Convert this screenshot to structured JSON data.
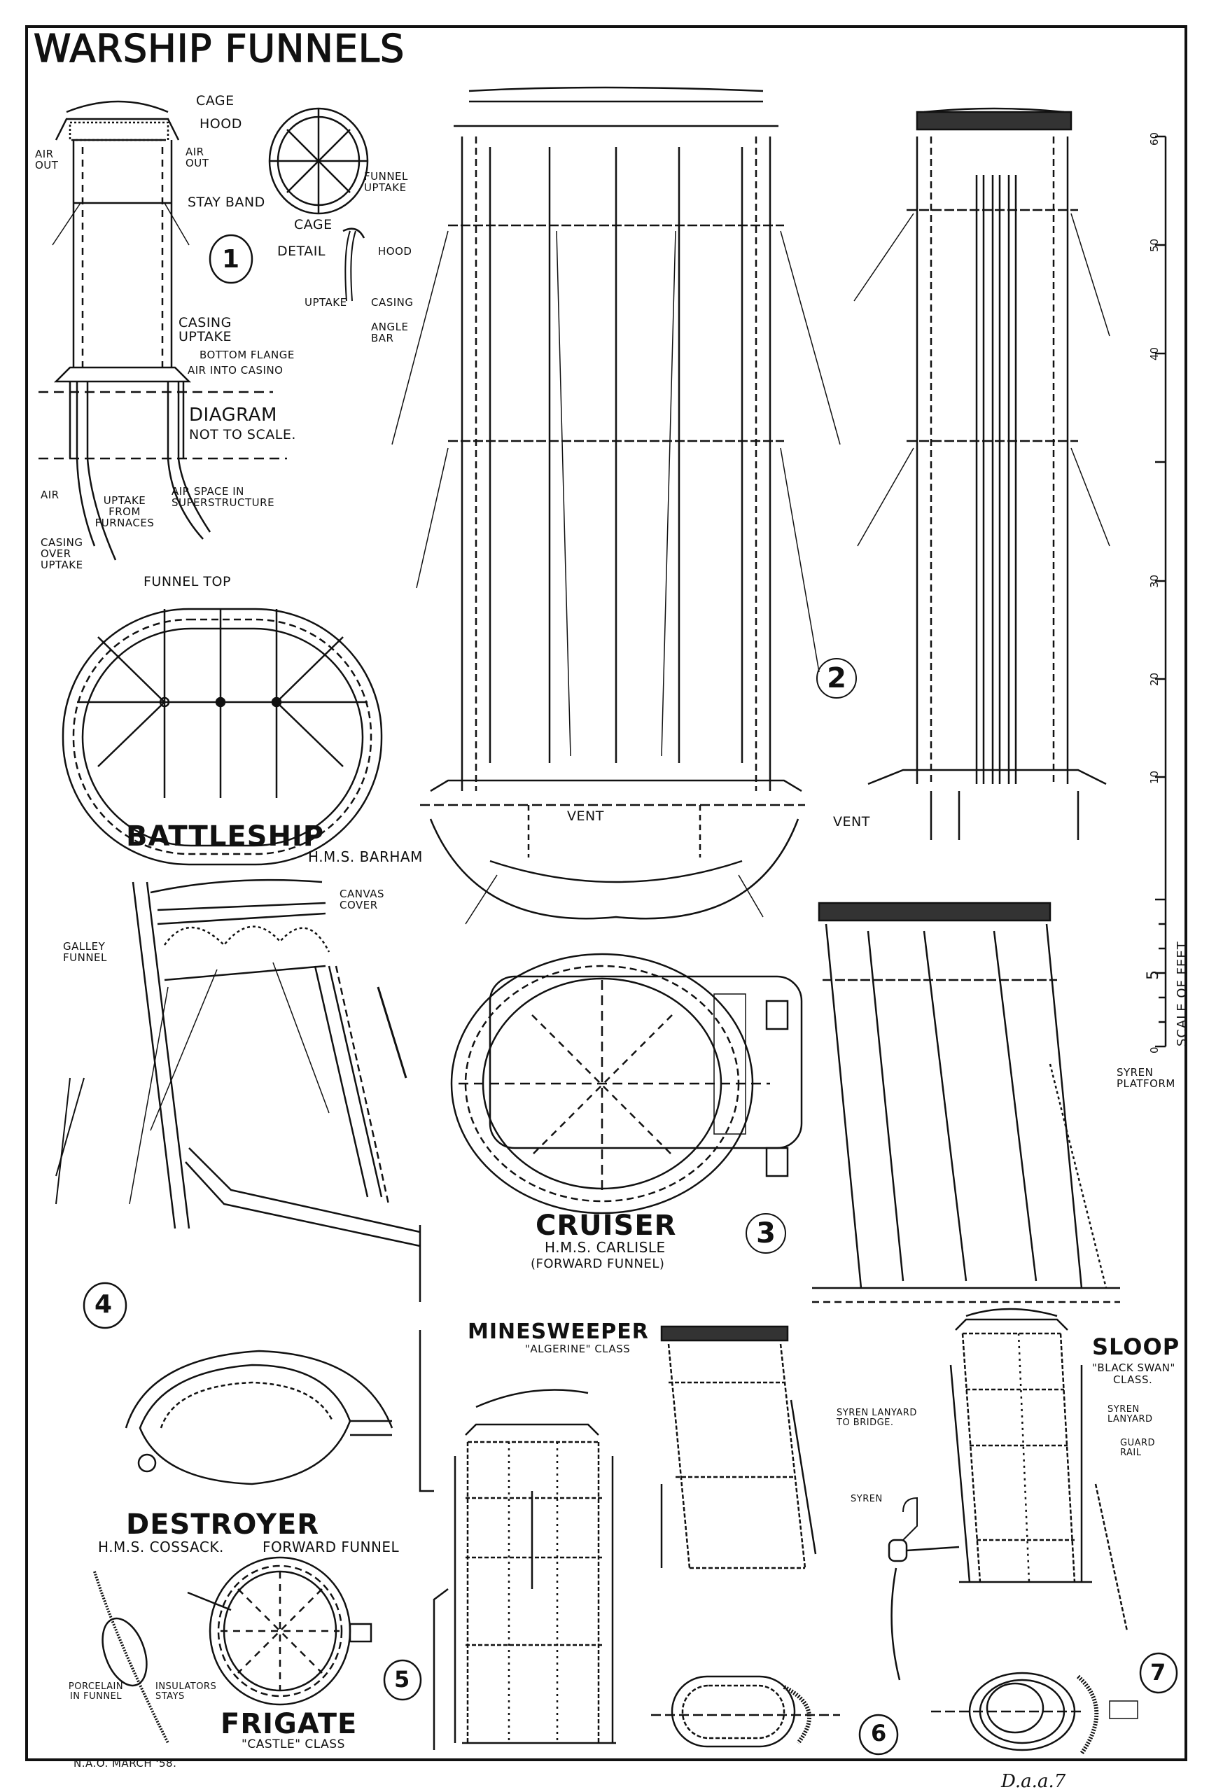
{
  "title": "WARSHIP FUNNELS",
  "figures": {
    "fig1": {
      "number": "1",
      "labels": {
        "cage": "CAGE",
        "hood": "HOOD",
        "air_out_left": "AIR OUT",
        "air_out_right": "AIR OUT",
        "stay_band": "STAY BAND",
        "casing_uptake": "CASING UPTAKE",
        "bottom_flange": "BOTTOM FLANGE",
        "air_into_casing": "AIR INTO CASINO",
        "diagram": "DIAGRAM",
        "not_to_scale": "NOT TO SCALE.",
        "air": "AIR",
        "uptake_from_furnaces": "UPTAKE FROM FURNACES",
        "air_space": "AIR SPACE IN SUPERSTRUCTURE",
        "casing_over_uptake": "CASING OVER UPTAKE"
      },
      "detail": {
        "funnel_uptake": "FUNNEL UPTAKE",
        "cage": "CAGE",
        "detail": "DETAIL",
        "hood": "HOOD",
        "uptake": "UPTAKE",
        "casing": "CASING",
        "angle_bar": "ANGLE BAR"
      }
    },
    "battleship": {
      "funnel_top": "FUNNEL TOP",
      "name": "BATTLESHIP",
      "ship": "H.M.S. BARHAM",
      "number": "2",
      "vent_left": "VENT",
      "vent_right": "VENT"
    },
    "fig4": {
      "number": "4",
      "canvas_cover": "CANVAS COVER",
      "galley_funnel": "GALLEY FUNNEL"
    },
    "cruiser": {
      "name": "CRUISER",
      "ship": "H.M.S. CARLISLE",
      "note": "(FORWARD FUNNEL)",
      "number": "3",
      "syren_platform": "SYREN PLATFORM"
    },
    "destroyer": {
      "name": "DESTROYER",
      "ship": "H.M.S. COSSACK.",
      "note": "FORWARD FUNNEL"
    },
    "insulators": {
      "porcelain": "PORCELAIN IN FUNNEL",
      "insulators": "INSULATORS STAYS"
    },
    "frigate": {
      "name": "FRIGATE",
      "class": "\"CASTLE\" CLASS",
      "number": "5"
    },
    "minesweeper": {
      "name": "MINESWEEPER",
      "class": "\"ALGERINE\" CLASS",
      "number": "6",
      "syren_lanyard_bridge": "SYREN LANYARD TO BRIDGE.",
      "syren": "SYREN"
    },
    "sloop": {
      "name": "SLOOP",
      "class": "\"BLACK SWAN\"",
      "class2": "CLASS.",
      "number": "7",
      "syren_lanyard": "SYREN LANYARD",
      "guard_rail": "GUARD RAIL"
    }
  },
  "scale": {
    "label": "SCALE OF FEET",
    "ticks": [
      "0",
      "5",
      "10",
      "20",
      "30",
      "40",
      "50",
      "60"
    ]
  },
  "credit": "N.A.O. MARCH '58.",
  "signature": "D.a.a.7"
}
